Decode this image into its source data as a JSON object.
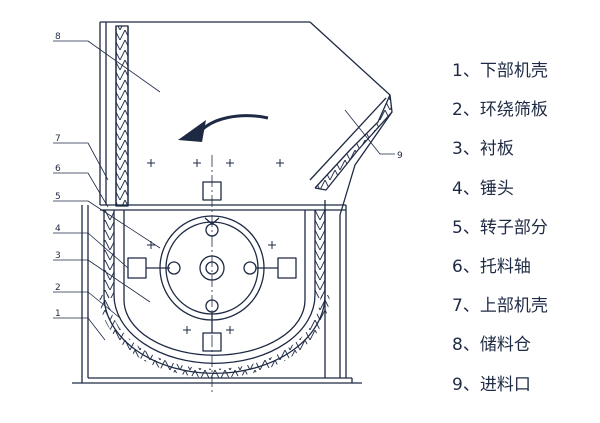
{
  "callouts": [
    "1",
    "2",
    "3",
    "4",
    "5",
    "6",
    "7",
    "8",
    "9"
  ],
  "legend": [
    "1、下部机壳",
    "2、环绕筛板",
    "3、衬板",
    "4、锤头",
    "5、转子部分",
    "6、托料轴",
    "7、上部机壳",
    "8、储料仓",
    "9、进料口"
  ],
  "colors": {
    "line": "#1e2a44",
    "background": "#ffffff"
  }
}
